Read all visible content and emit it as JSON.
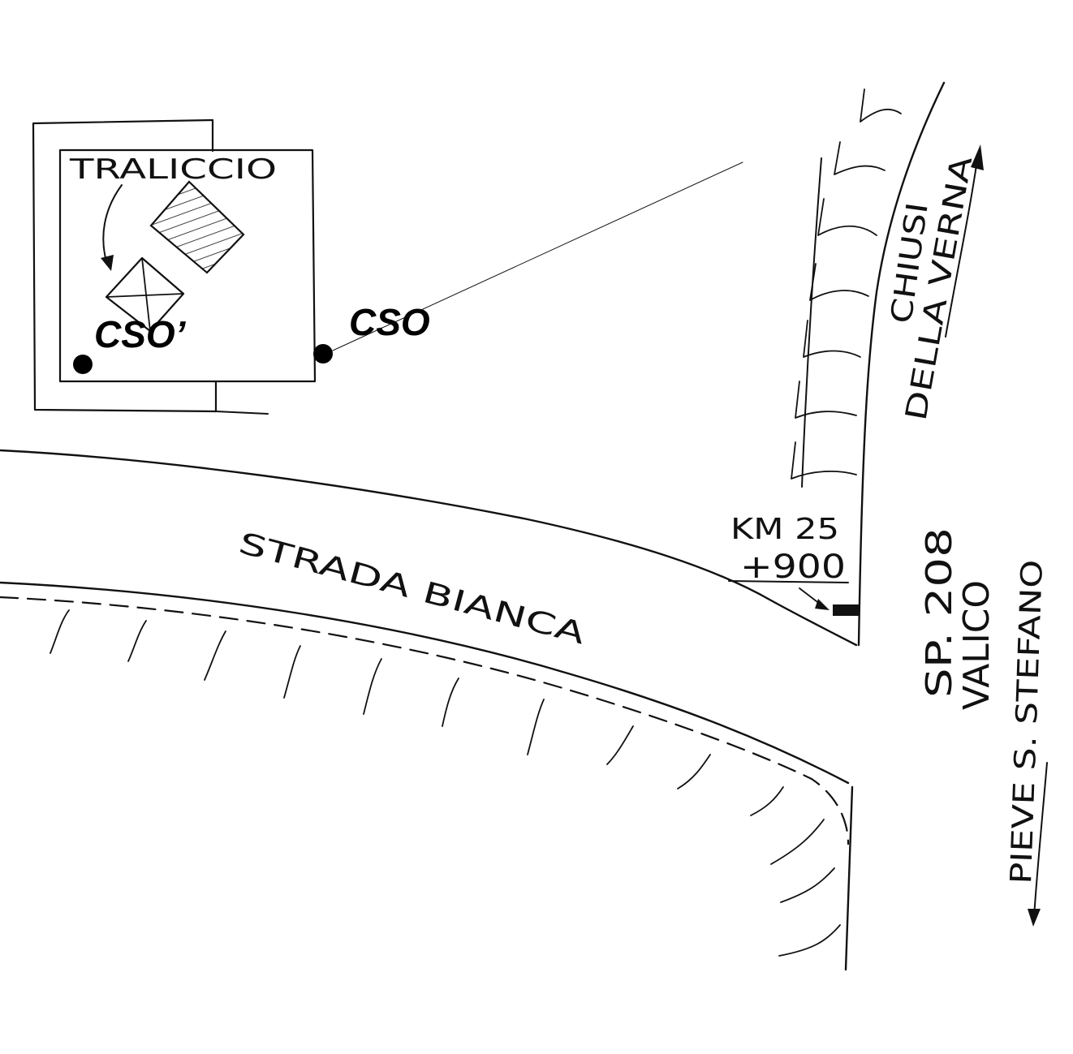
{
  "labels": {
    "tower": "TRALICCIO",
    "point_primary": "CSO",
    "point_secondary": "CSO’",
    "road": "STRADA BIANCA",
    "km_line1": "KM 25",
    "km_line2": "+900",
    "direction_up_line1": "CHIUSI",
    "direction_up_line2": "DELLA VERNA",
    "route_line1": "SP. 208",
    "route_line2": "VALICO",
    "direction_down": "PIEVE S. STEFANO"
  }
}
